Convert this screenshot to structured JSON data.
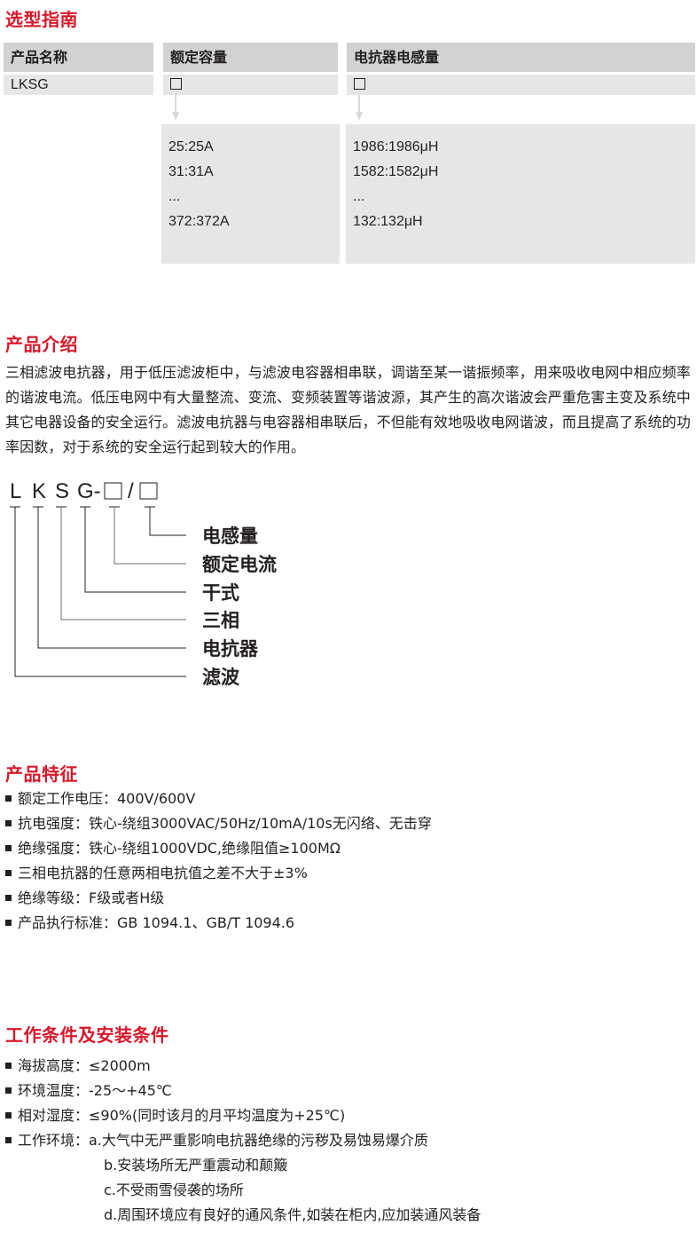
{
  "selection_guide": {
    "title": "选型指南",
    "columns": [
      {
        "header": "产品名称",
        "value": "LKSG"
      },
      {
        "header": "额定容量",
        "value_box": true,
        "options": [
          "25:25A",
          "31:31A",
          "...",
          "372:372A"
        ]
      },
      {
        "header": "电抗器电感量",
        "value_box": true,
        "options": [
          "1986:1986μH",
          "1582:1582μH",
          "...",
          "132:132μH"
        ]
      }
    ]
  },
  "intro": {
    "title": "产品介绍",
    "text": "三相滤波电抗器，用于低压滤波柜中，与滤波电容器相串联，调谐至某一谐振频率，用来吸收电网中相应频率的谐波电流。低压电网中有大量整流、变流、变频装置等谐波源，其产生的高次谐波会严重危害主变及系统中其它电器设备的安全运行。滤波电抗器与电容器相串联后，不但能有效地吸收电网谐波，而且提高了系统的功率因数，对于系统的安全运行起到较大的作用。"
  },
  "model_diagram": {
    "code_letters": [
      "L",
      "K",
      "S",
      "G-",
      "□",
      "/",
      "□"
    ],
    "labels": [
      "电感量",
      "额定电流",
      "干式",
      "三相",
      "电抗器",
      "滤波"
    ]
  },
  "features": {
    "title": "产品特征",
    "items": [
      "额定工作电压：400V/600V",
      "抗电强度：铁心-绕组3000VAC/50Hz/10mA/10s无闪络、无击穿",
      "绝缘强度：铁心-绕组1000VDC,绝缘阻值≥100MΩ",
      "三相电抗器的任意两相电抗值之差不大于±3%",
      "绝缘等级：F级或者H级",
      "产品执行标准：GB 1094.1、GB/T 1094.6"
    ]
  },
  "conditions": {
    "title": "工作条件及安装条件",
    "items": [
      "海拔高度：≤2000m",
      "环境温度：-25～+45℃",
      "相对湿度：≤90%(同时该月的月平均温度为+25℃)",
      "工作环境：a.大气中无严重影响电抗器绝缘的污秽及易蚀易爆介质"
    ],
    "sub_items": [
      "b.安装场所无严重震动和颠簸",
      "c.不受雨雪侵袭的场所",
      "d.周围环境应有良好的通风条件,如装在柜内,应加装通风装备"
    ]
  },
  "colors": {
    "accent_red": "#d7182a",
    "header_gray": "#d1d2d4",
    "cell_gray": "#e6e6e7",
    "text": "#231f20"
  }
}
